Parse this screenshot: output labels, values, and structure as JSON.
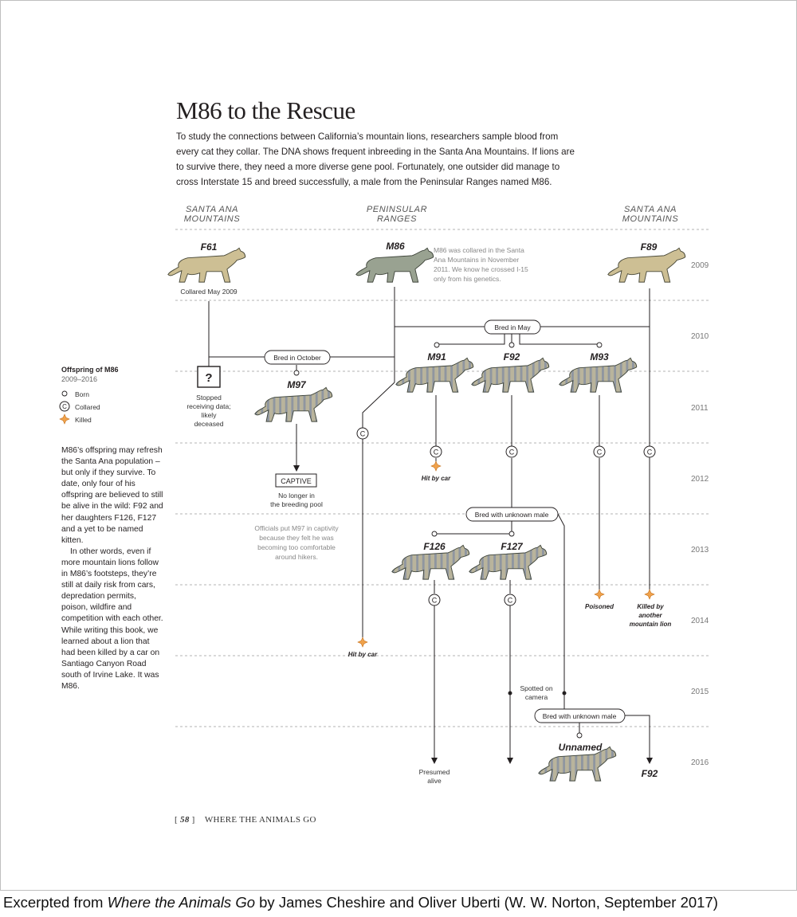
{
  "title": "M86 to the Rescue",
  "intro": "To study the connections between California’s mountain lions, researchers sample blood from every cat they collar. The DNA shows frequent inbreeding in the Santa Ana Mountains. If lions are to survive there, they need a more diverse gene pool. Fortunately, one outsider did manage to cross Interstate 15 and breed successfully, a male from the Peninsular Ranges named M86.",
  "regions": {
    "left": [
      "SANTA ANA",
      "MOUNTAINS"
    ],
    "center": [
      "PENINSULAR",
      "RANGES"
    ],
    "right": [
      "SANTA ANA",
      "MOUNTAINS"
    ]
  },
  "years": [
    "2009",
    "2010",
    "2011",
    "2012",
    "2013",
    "2014",
    "2015",
    "2016"
  ],
  "legend": {
    "title": "Offspring of M86",
    "range": "2009–2016",
    "born": "Born",
    "collared": "Collared",
    "killed": "Killed",
    "collar_symbol": "C"
  },
  "side_text": [
    "M86’s offspring may refresh the Santa Ana population – but only if they survive. To date, only four of his offspring are believed to still be alive in the wild: F92 and her daughters F126, F127 and a yet to be named kitten.",
    "In other words, even if more mountain lions follow in M86’s footsteps, they’re still at daily risk from cars, depredation permits, poison, wildfire and competition with each other. While writing this book, we learned about a lion that had been killed by a car on Santiago Canyon Road south of Irvine Lake. It was M86."
  ],
  "lions": {
    "F61": "F61",
    "M86": "M86",
    "F89": "F89",
    "M97": "M97",
    "M91": "M91",
    "F92": "F92",
    "M93": "M93",
    "F126": "F126",
    "F127": "F127",
    "Unnamed": "Unnamed",
    "F92_end": "F92"
  },
  "unknown_symbol": "?",
  "notes": {
    "collared_f61": "Collared May 2009",
    "m86_note": [
      "M86 was collared in the Santa",
      "Ana Mountains in November",
      "2011. We know he crossed I-15",
      "only from his genetics."
    ],
    "stopped": [
      "Stopped",
      "receiving data;",
      "likely",
      "deceased"
    ],
    "captive_box": "CAPTIVE",
    "captive_note": [
      "No longer in",
      "the breeding pool"
    ],
    "officials": [
      "Officials put M97 in captivity",
      "because they felt he was",
      "becoming too comfortable",
      "around hikers."
    ],
    "hit_by_car": "Hit by car",
    "poisoned": "Poisoned",
    "killed_by_lion": [
      "Killed by",
      "another",
      "mountain lion"
    ],
    "spotted": [
      "Spotted on",
      "camera"
    ],
    "presumed": [
      "Presumed",
      "alive"
    ]
  },
  "events": {
    "bred_october": "Bred in October",
    "bred_may": "Bred in May",
    "bred_unknown_1": "Bred with unknown male",
    "bred_unknown_2": "Bred with unknown male"
  },
  "folio": {
    "page": "58",
    "book": "WHERE THE ANIMALS GO"
  },
  "credit": {
    "before": "Excerpted from ",
    "book": "Where the Animals Go",
    "after": " by James Cheshire and Oliver Uberti (W. W. Norton, September 2017)"
  },
  "colors": {
    "lion_plain": "#cdbf94",
    "lion_m86": "#99a291",
    "lion_striped_base": "#b9b49c",
    "lion_stripe": "#8f96a0",
    "killed_star": "#f0a24b",
    "line": "#231f20"
  }
}
